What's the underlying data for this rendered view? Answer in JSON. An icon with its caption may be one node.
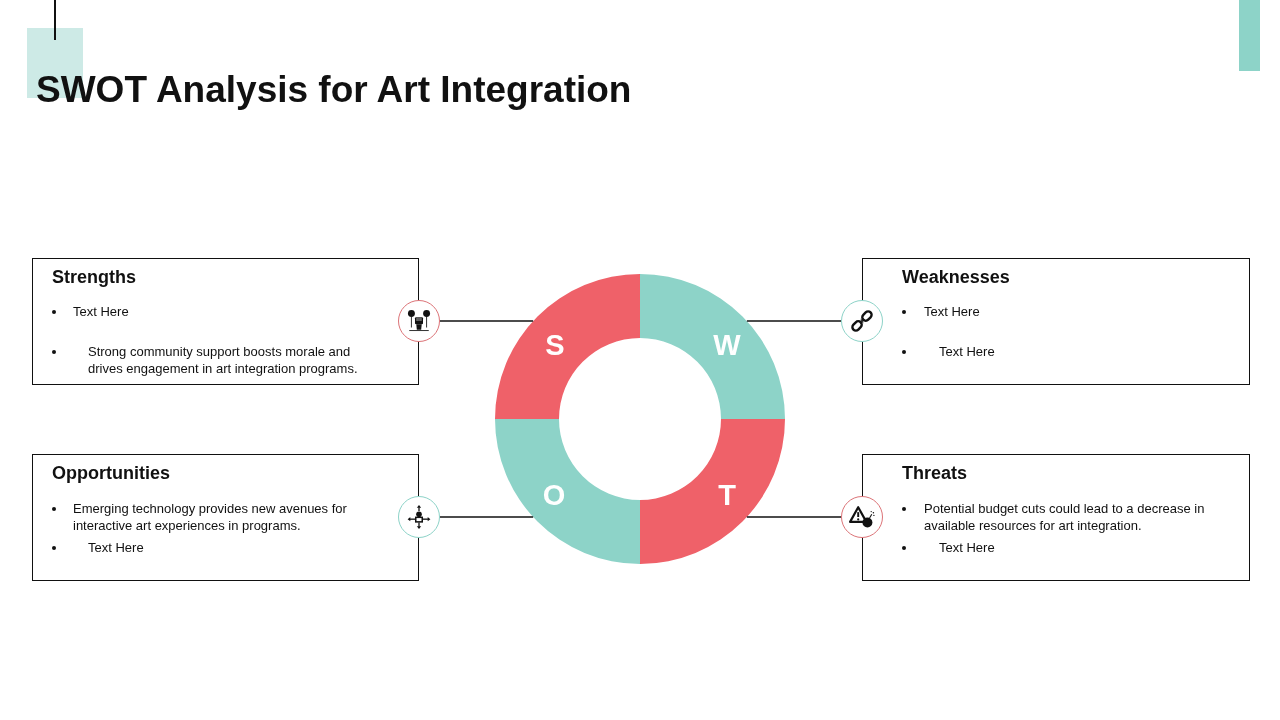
{
  "diagram": {
    "title": "SWOT Analysis for Art Integration",
    "nodes": [
      {
        "text": [
          "Strengths",
          "Text Here",
          "Strong community support boosts morale and drives engagement in art integration programs."
        ]
      },
      {
        "text": [],
        "shape": "circle"
      },
      {
        "text": [
          "S"
        ]
      },
      {
        "text": [
          "W"
        ]
      },
      {
        "text": [],
        "shape": "circle"
      },
      {
        "text": [
          "Weaknesses",
          "Text Here",
          "Text Here"
        ]
      },
      {
        "text": [
          "Opportunities",
          "Emerging technology provides new avenues for interactive art experiences in programs.",
          "Text Here"
        ]
      },
      {
        "text": [],
        "shape": "circle"
      },
      {
        "text": [
          "O"
        ]
      },
      {
        "text": [
          "T"
        ]
      },
      {
        "text": [],
        "shape": "circle"
      },
      {
        "text": [
          "Threats",
          "Potential budget cuts could lead to a decrease in available resources for art integration.",
          "Text Here"
        ]
      }
    ],
    "edges": [
      {
        "from": 1,
        "to": 2,
        "arrow": "none"
      },
      {
        "from": 4,
        "to": 3,
        "arrow": "none"
      },
      {
        "from": 7,
        "to": 8,
        "arrow": "none"
      },
      {
        "from": 10,
        "to": 9,
        "arrow": "none"
      }
    ]
  }
}
